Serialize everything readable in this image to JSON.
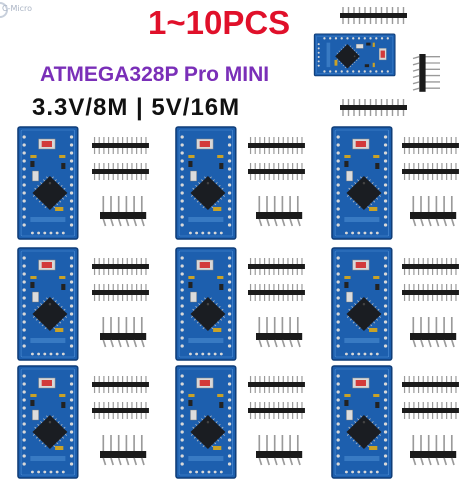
{
  "product_image": {
    "watermark": "C-Micro",
    "headline": "1~10PCS",
    "model_title": "ATMEGA328P Pro MINI",
    "voltage_options": "3.3V/8M | 5V/16M",
    "colors": {
      "headline": "#e0102a",
      "model_title": "#7a2fb8",
      "board_pcb": "#1d5fae",
      "chip": "#1a1d22",
      "pin_header": "#1b1b1b",
      "gold_pin": "#c9a227"
    }
  }
}
